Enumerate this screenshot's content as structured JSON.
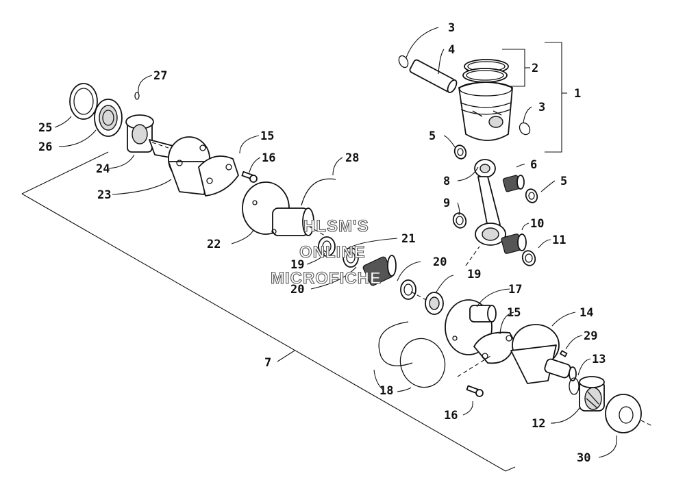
{
  "watermark": [
    "HLSM'S",
    "ONLINE",
    "MICROFICHE"
  ],
  "callouts": {
    "c1": "1",
    "c2": "2",
    "c3a": "3",
    "c3b": "3",
    "c4": "4",
    "c5a": "5",
    "c5b": "5",
    "c6": "6",
    "c7": "7",
    "c8": "8",
    "c9": "9",
    "c10": "10",
    "c11": "11",
    "c12": "12",
    "c13": "13",
    "c14": "14",
    "c15a": "15",
    "c15b": "15",
    "c16a": "16",
    "c16b": "16",
    "c17": "17",
    "c18": "18",
    "c19a": "19",
    "c19b": "19",
    "c20a": "20",
    "c20b": "20",
    "c21": "21",
    "c22": "22",
    "c23": "23",
    "c24": "24",
    "c25": "25",
    "c26": "26",
    "c27": "27",
    "c28": "28",
    "c29": "29",
    "c30": "30"
  }
}
